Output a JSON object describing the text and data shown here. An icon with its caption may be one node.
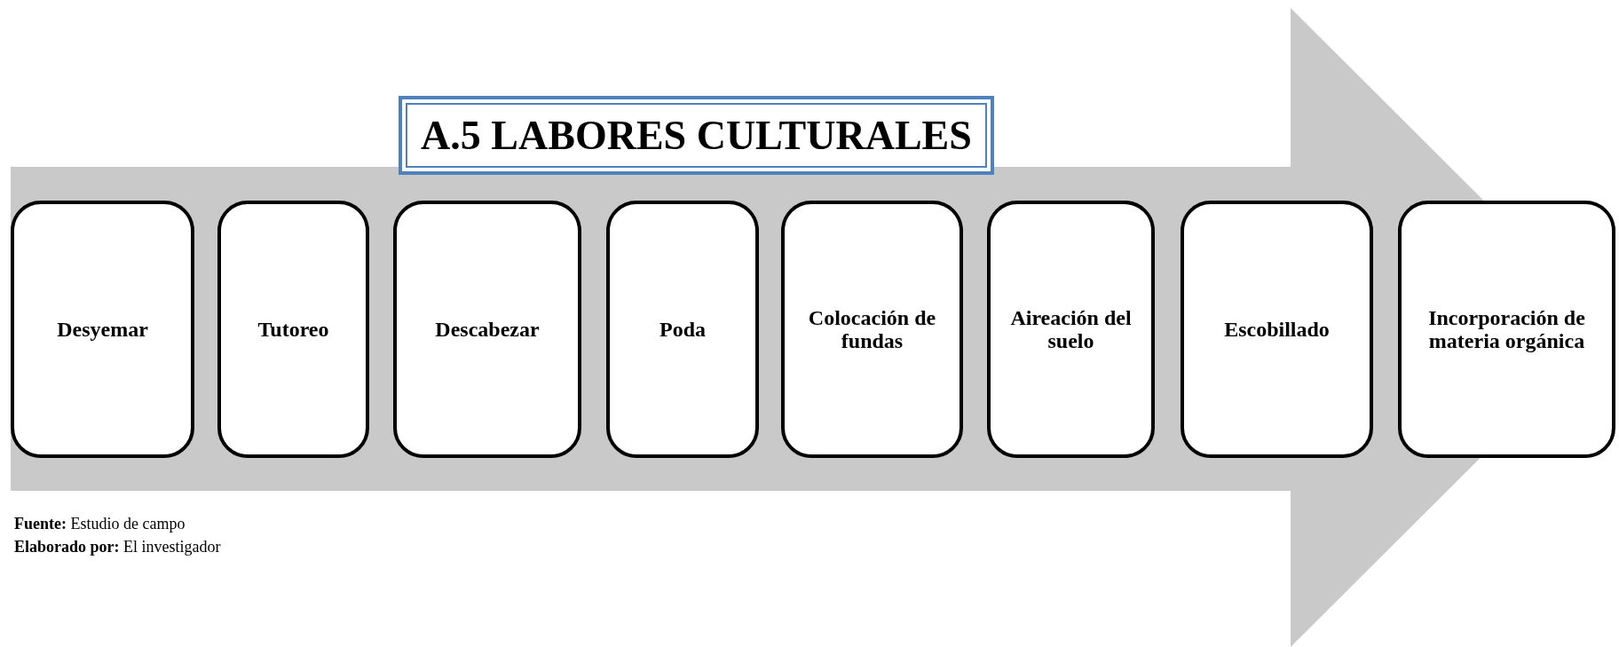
{
  "diagram": {
    "title": "A.5 LABORES CULTURALES",
    "nodes": [
      {
        "text": [
          "Desyemar"
        ]
      },
      {
        "text": [
          "Tutoreo"
        ]
      },
      {
        "text": [
          "Descabezar"
        ]
      },
      {
        "text": [
          "Poda"
        ]
      },
      {
        "text": [
          "Colocación de fundas"
        ]
      },
      {
        "text": [
          "Aireación del suelo"
        ]
      },
      {
        "text": [
          "Escobillado"
        ]
      },
      {
        "text": [
          "Incorporación de materia orgánica"
        ]
      }
    ],
    "edges": [
      {
        "from": 0,
        "to": 7,
        "arrow": "to"
      }
    ],
    "labels": [
      "**Fuente:** Estudio de campo",
      "**Elaborado por:** El investigador"
    ]
  }
}
